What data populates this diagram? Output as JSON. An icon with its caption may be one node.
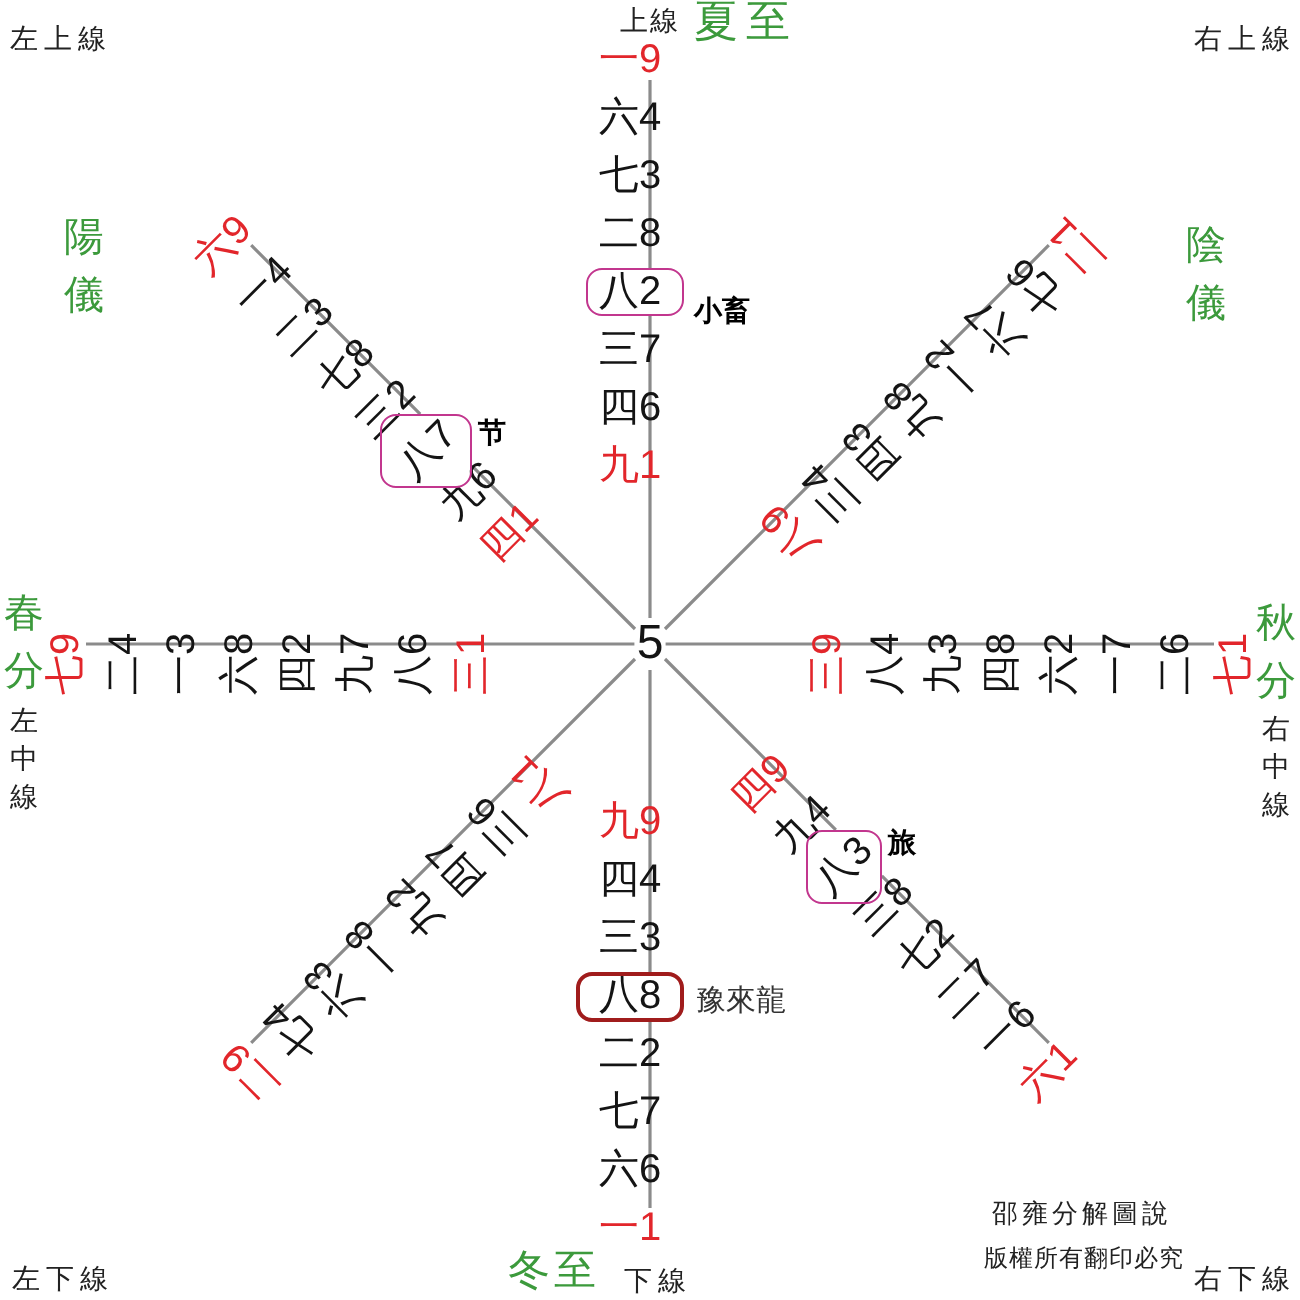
{
  "diagram": {
    "nodes": [
      {
        "text": [
          "一9"
        ]
      },
      {
        "text": [
          "六9"
        ]
      },
      {
        "text": [
          "二1"
        ]
      },
      {
        "text": [
          "八2"
        ],
        "beside": [
          "小畜"
        ]
      },
      {
        "text": [
          "八7"
        ],
        "beside": [
          "节"
        ]
      },
      {
        "text": [
          "七9"
        ]
      },
      {
        "text": [
          "5"
        ]
      },
      {
        "text": [
          "七1"
        ]
      },
      {
        "text": [
          "八3"
        ],
        "beside": [
          "旅"
        ]
      },
      {
        "text": [
          "八8"
        ],
        "beside": [
          "豫來龍"
        ]
      },
      {
        "text": [
          "二9"
        ]
      },
      {
        "text": [
          "六1"
        ]
      },
      {
        "text": [
          "一1"
        ]
      }
    ],
    "edges": [
      {
        "from": 6,
        "to": 3,
        "arrow": "none"
      },
      {
        "from": 3,
        "to": 0,
        "arrow": "none"
      },
      {
        "from": 6,
        "to": 2,
        "arrow": "none"
      },
      {
        "from": 6,
        "to": 7,
        "arrow": "none"
      },
      {
        "from": 6,
        "to": 8,
        "arrow": "none"
      },
      {
        "from": 8,
        "to": 11,
        "arrow": "none"
      },
      {
        "from": 6,
        "to": 9,
        "arrow": "none"
      },
      {
        "from": 9,
        "to": 12,
        "arrow": "none"
      },
      {
        "from": 6,
        "to": 10,
        "arrow": "none"
      },
      {
        "from": 6,
        "to": 5,
        "arrow": "none"
      },
      {
        "from": 6,
        "to": 4,
        "arrow": "none"
      },
      {
        "from": 4,
        "to": 1,
        "arrow": "none"
      }
    ],
    "labels": [
      "左上線",
      "上線",
      "夏至",
      "右上線",
      "陽儀",
      "陰儀",
      "六4",
      "七3",
      "二8",
      "三7",
      "四6",
      "九1",
      "一4",
      "二3",
      "七8",
      "三2",
      "九6",
      "四1",
      "八9",
      "三4",
      "四3",
      "九8",
      "一2",
      "六7",
      "七6",
      "春分",
      "左中線",
      "二4",
      "一3",
      "六8",
      "四2",
      "九7",
      "八6",
      "三1",
      "三9",
      "八4",
      "九3",
      "四8",
      "六2",
      "一7",
      "二6",
      "秋分",
      "右中線",
      "八1",
      "三6",
      "四7",
      "九2",
      "一8",
      "六3",
      "七4",
      "四9",
      "九4",
      "三8",
      "七2",
      "二7",
      "一6",
      "九9",
      "四4",
      "三3",
      "二2",
      "七7",
      "六6",
      "邵雍分解圖說",
      "左下線",
      "冬至",
      "下線",
      "版權所有翻印必究",
      "右下線"
    ]
  }
}
